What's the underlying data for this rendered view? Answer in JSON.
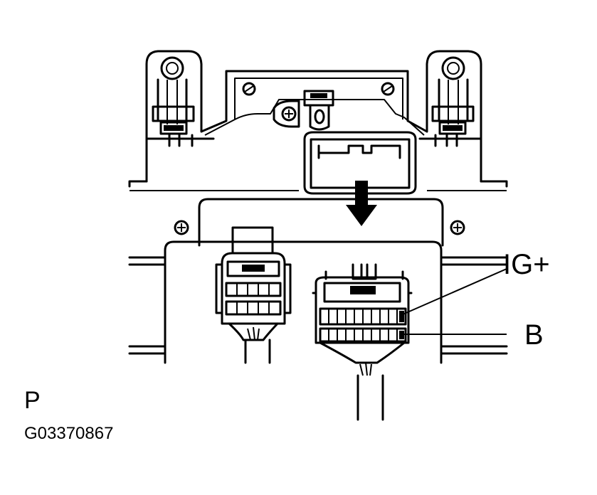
{
  "labels": {
    "ig_plus": "IG+",
    "b": "B",
    "view": "P",
    "figure_code": "G03370867"
  },
  "colors": {
    "line": "#000000",
    "background": "#ffffff"
  }
}
